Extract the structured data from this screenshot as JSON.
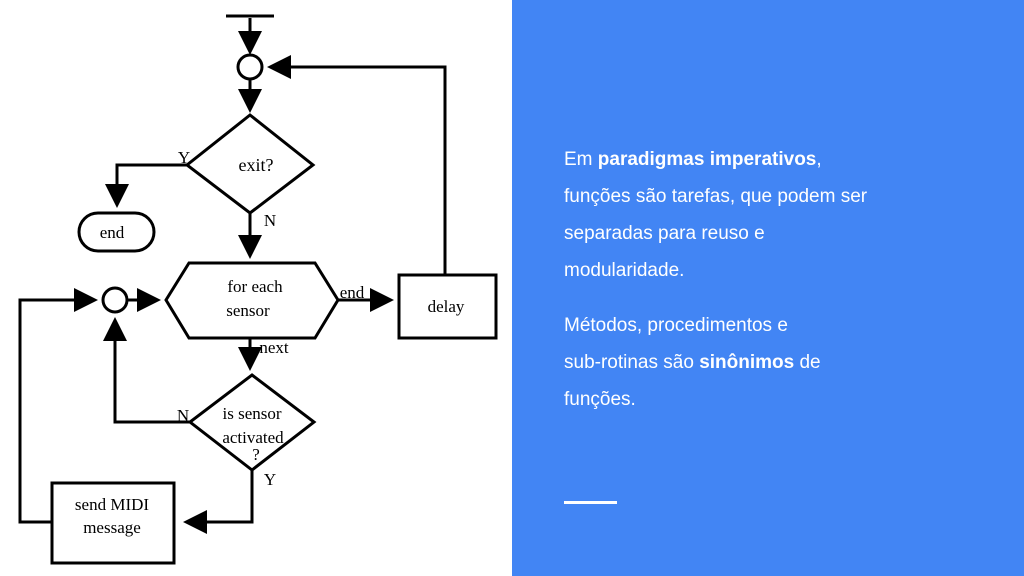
{
  "diagram": {
    "exit_decision": "exit?",
    "exit_yes": "Y",
    "exit_no": "N",
    "end_terminal": "end",
    "loop_line1": "for each",
    "loop_line2": "sensor",
    "loop_end": "end",
    "loop_next": "next",
    "delay": "delay",
    "sensor_line1": "is sensor",
    "sensor_line2": "activated",
    "sensor_line3": "?",
    "sensor_no": "N",
    "sensor_yes": "Y",
    "midi_line1": "send MIDI",
    "midi_line2": "message"
  },
  "text": {
    "p1_a": "Em ",
    "p1_bold": "paradigmas imperativos",
    "p1_b": ",",
    "p1_c": "funções são tarefas, que podem ser",
    "p1_d": "separadas para reuso e",
    "p1_e": "modularidade.",
    "p2_a": "Métodos, procedimentos e",
    "p2_b": "sub-rotinas são ",
    "p2_bold": "sinônimos",
    "p2_c": " de",
    "p2_d": "funções."
  },
  "colors": {
    "panel_background": "#4285f4",
    "panel_text": "#ffffff"
  }
}
